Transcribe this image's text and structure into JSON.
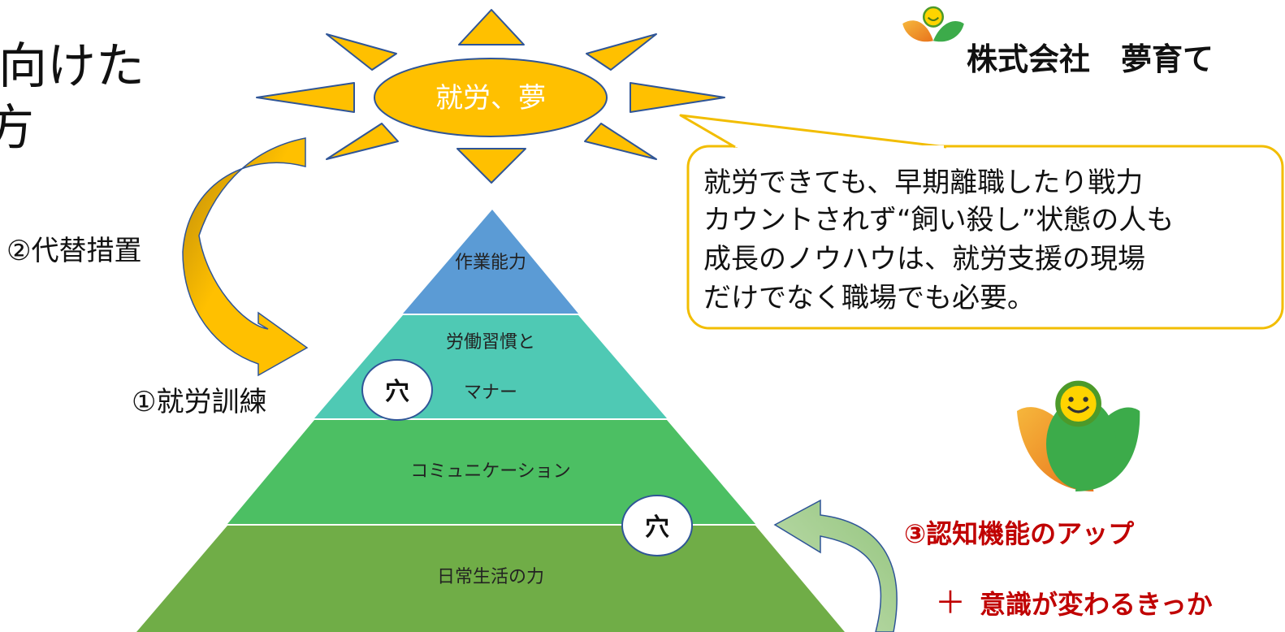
{
  "title": {
    "line1": "向けた",
    "line2": "方"
  },
  "company": {
    "name": "株式会社　夢育て"
  },
  "sun": {
    "label": "就労、夢"
  },
  "callout": {
    "lines": [
      "就労できても、早期離職したり戦力",
      "カウントされず“飼い殺し”状態の人も",
      "成長のノウハウは、就労支援の現場",
      "だけでなく職場でも必要。"
    ]
  },
  "pyramid": {
    "layers": [
      {
        "lines": [
          "作業能力"
        ]
      },
      {
        "lines": [
          "労働習慣と",
          "マナー"
        ]
      },
      {
        "lines": [
          "コミュニケーション"
        ]
      },
      {
        "lines": [
          "日常生活の力"
        ]
      }
    ],
    "hole_label": "穴"
  },
  "labels": {
    "training": "①就労訓練",
    "alternative": "②代替措置",
    "cognitive": "③認知機能のアップ",
    "awareness_plus": "＋",
    "awareness": "意識が変わるきっか"
  },
  "colors": {
    "layer1": "#5b9bd5",
    "layer2": "#4fc9b4",
    "layer3": "#4cbf63",
    "layer4": "#70ad47",
    "sun": "#ffc000",
    "callout_border": "#f2bd00",
    "arrow_gold": "#ffc000",
    "arrow_green": "#a9d18e",
    "red_text": "#c00000"
  },
  "icons": [
    "sun-shape",
    "hole-icon",
    "company-logo-icon",
    "curved-arrow"
  ]
}
